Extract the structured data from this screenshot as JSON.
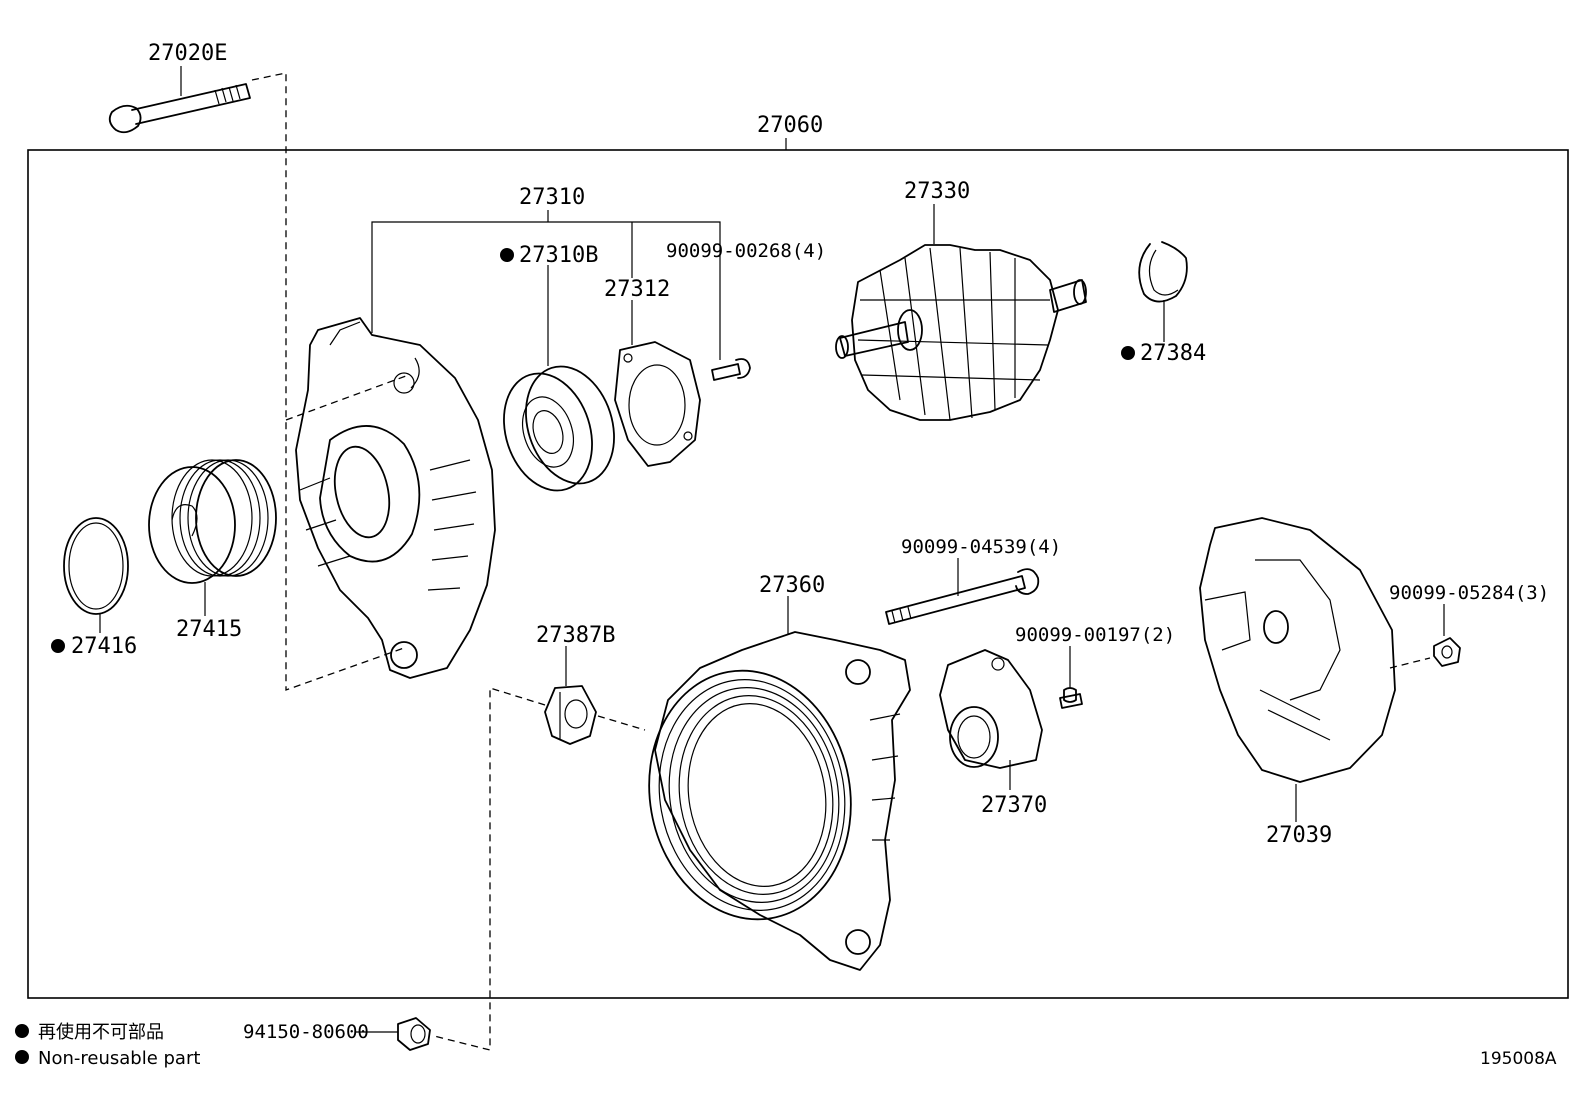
{
  "parts": {
    "p27020E": "27020E",
    "p27060": "27060",
    "p27310": "27310",
    "p27310B": "27310B",
    "p90099_00268": "90099-00268(4)",
    "p27312": "27312",
    "p27330": "27330",
    "p27384": "27384",
    "p27416": "27416",
    "p27415": "27415",
    "p90099_04539": "90099-04539(4)",
    "p27360": "27360",
    "p27387B": "27387B",
    "p90099_00197": "90099-00197(2)",
    "p27370": "27370",
    "p90099_05284": "90099-05284(3)",
    "p27039": "27039",
    "p94150_80600": "94150-80600"
  },
  "legend": {
    "jp": "再使用不可部品",
    "en": "Non-reusable part"
  },
  "diagram_code": "195008A"
}
